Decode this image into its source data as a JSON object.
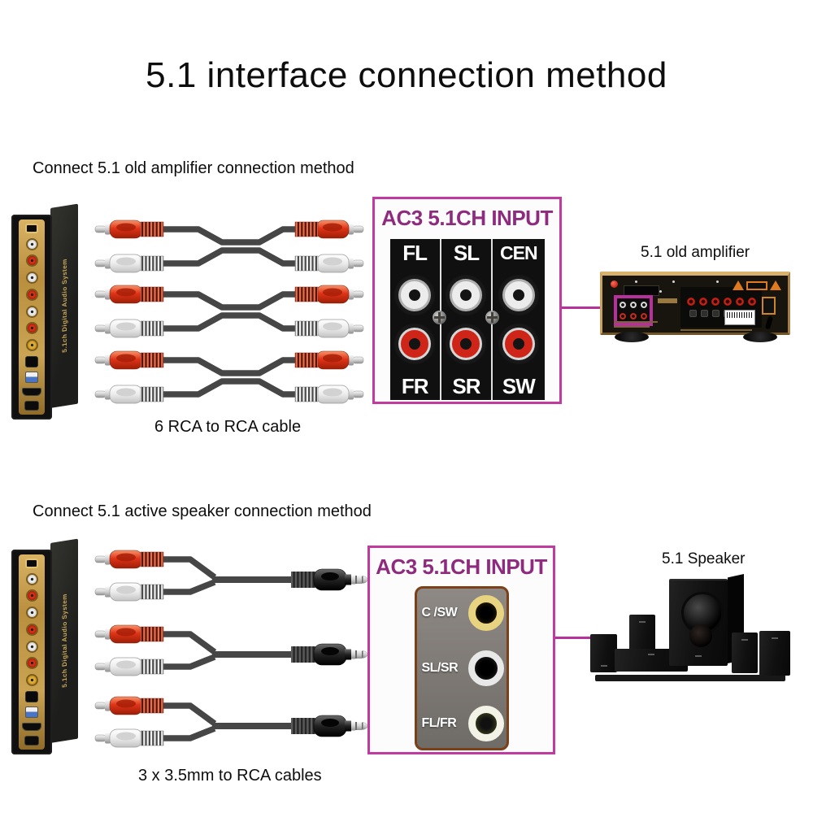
{
  "page": {
    "title": "5.1 interface connection method"
  },
  "colors": {
    "accent_magenta": "#b8309c",
    "panel_border_magenta": "#c13aa0",
    "panel_title_purple": "#8e2b7e",
    "rca_red": "#cf2519",
    "rca_white": "#ececec",
    "cable_gray": "#464646",
    "decoder_gold": "#caa452",
    "amp_gold_frame": "#c9a35e",
    "warning_orange": "#e07a1e"
  },
  "decoder": {
    "side_text": "5.1ch Digital Audio System"
  },
  "section1": {
    "heading": "Connect 5.1 old amplifier connection method",
    "caption": "6 RCA to RCA cable",
    "device_label": "5.1 old amplifier",
    "panel": {
      "title": "AC3 5.1CH INPUT",
      "top_labels": [
        "FL",
        "SL",
        "CEN"
      ],
      "bottom_labels": [
        "FR",
        "SR",
        "SW"
      ]
    }
  },
  "section2": {
    "heading": "Connect 5.1 active speaker connection method",
    "caption": "3 x 3.5mm to RCA cables",
    "device_label": "5.1 Speaker",
    "panel": {
      "title": "AC3 5.1CH INPUT",
      "jack_labels": [
        "C /SW",
        "SL/SR",
        "FL/FR"
      ]
    }
  }
}
